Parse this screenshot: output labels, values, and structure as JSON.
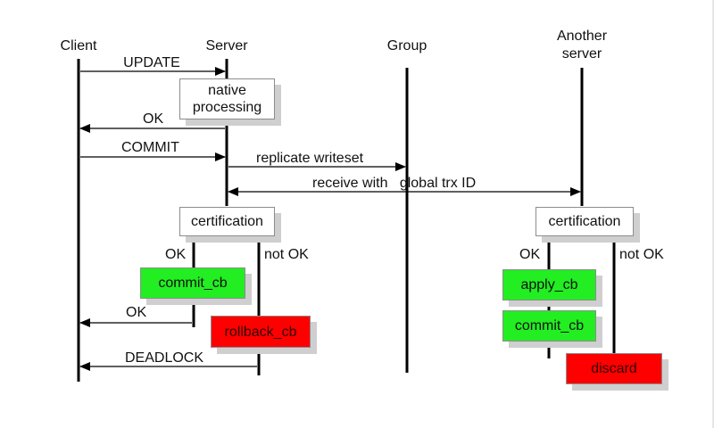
{
  "actors": {
    "client": "Client",
    "server": "Server",
    "group": "Group",
    "another_server": "Another\nserver"
  },
  "messages": {
    "update": "UPDATE",
    "ok_1": "OK",
    "commit": "COMMIT",
    "replicate": "replicate writeset",
    "receive": "receive with   global trx ID",
    "ok_2": "OK",
    "deadlock": "DEADLOCK"
  },
  "server_side": {
    "native_processing": "native\nprocessing",
    "certification": "certification",
    "ok_branch": "OK",
    "not_ok_branch": "not OK",
    "commit_cb": "commit_cb",
    "rollback_cb": "rollback_cb"
  },
  "another_side": {
    "certification": "certification",
    "ok_branch": "OK",
    "not_ok_branch": "not OK",
    "apply_cb": "apply_cb",
    "commit_cb": "commit_cb",
    "discard": "discard"
  },
  "colors": {
    "success_box": "#22ee22",
    "failure_box": "#ff0000",
    "shadow": "#cfcfcf"
  }
}
